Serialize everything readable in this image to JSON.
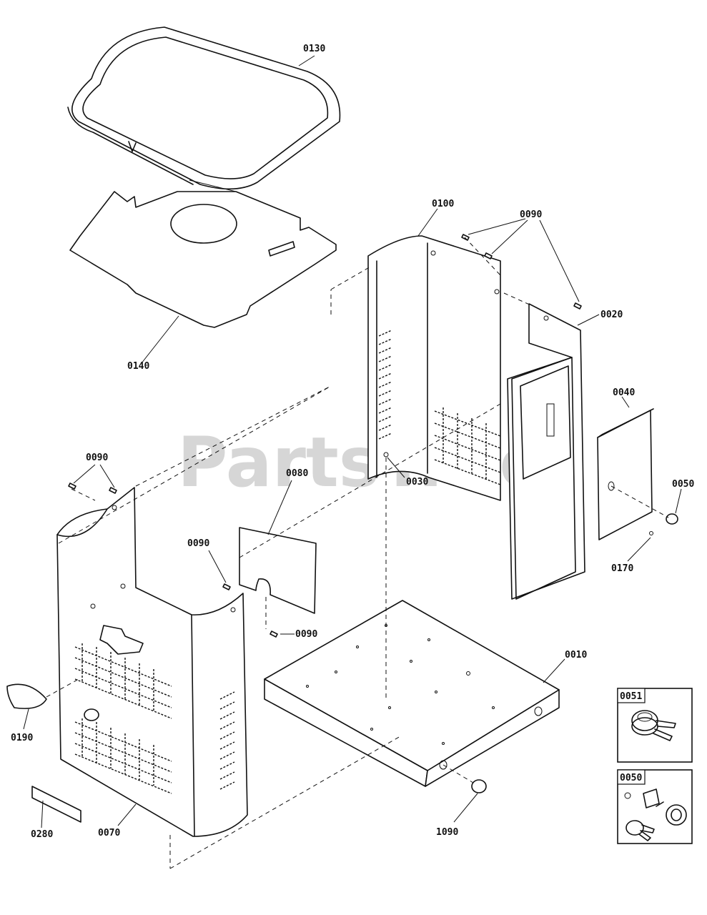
{
  "watermark": "PartsTree",
  "callouts": {
    "c0130": "0130",
    "c0140": "0140",
    "c0100": "0100",
    "c0090_top": "0090",
    "c0020": "0020",
    "c0040": "0040",
    "c0050": "0050",
    "c0170": "0170",
    "c0030": "0030",
    "c0080": "0080",
    "c0090_left": "0090",
    "c0090_mid": "0090",
    "c0090_low": "0090",
    "c0010": "0010",
    "c0190": "0190",
    "c0280": "0280",
    "c0070": "0070",
    "c1090": "1090"
  },
  "insets": [
    {
      "label": "0051",
      "icon": "key-lock-icon"
    },
    {
      "label": "0050",
      "icon": "lock-cylinder-icon"
    }
  ]
}
